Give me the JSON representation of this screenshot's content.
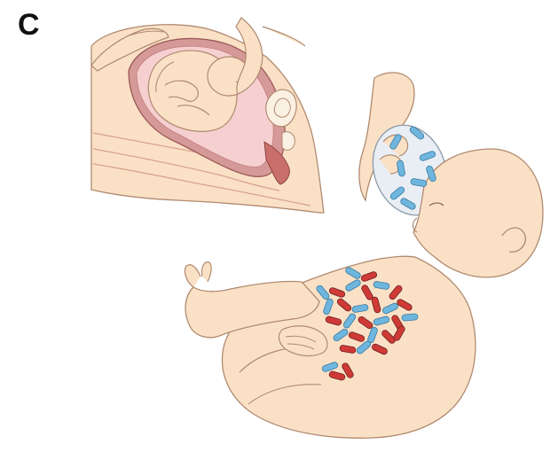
{
  "panel": {
    "label": "C"
  },
  "illustration": {
    "inset_subject": "pregnant-abdomen-cross-section-with-fetus",
    "main_subject": "newborn-breastfeeding-with-gut-bacteria",
    "colors": {
      "skin": "#fae1c6",
      "skin_outline": "#b08a70",
      "uterus_wall": "#d59a98",
      "amniotic_fluid": "#f6cfd0",
      "breast": "#e9eef4",
      "bacteria_blue": "#6eb6de",
      "bacteria_red": "#cf3a36",
      "bacteria_outline": "#6b2220"
    },
    "icons": {
      "blue_bacterium": "rod-bacterium-icon",
      "red_bacterium": "rod-bacterium-icon"
    }
  }
}
